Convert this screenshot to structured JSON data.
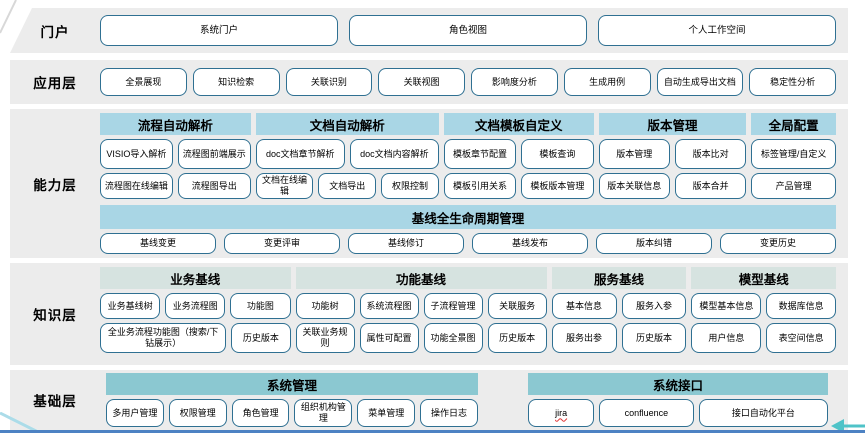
{
  "colors": {
    "band_gray": "#ececec",
    "header_blue": "#a9d6e5",
    "header_pale_green": "#d6e3e0",
    "header_teal": "#8bc8d1",
    "button_border": "#2f7092",
    "spellcheck_red": "#e03131",
    "bottom_rule_blue": "#4d82c3",
    "arrow_teal": "#4fc3c8",
    "corner_line_gray": "#d8d8d8",
    "diagonal_cyan": "#abdce9"
  },
  "misspelled_labels": [
    "jira"
  ],
  "layers": [
    {
      "id": "portal",
      "label": "门户",
      "buttons": [
        "系统门户",
        "角色视图",
        "个人工作空间"
      ]
    },
    {
      "id": "application",
      "label": "应用层",
      "buttons": [
        "全景展现",
        "知识检索",
        "关联识别",
        "关联视图",
        "影响度分析",
        "生成用例",
        "自动生成导出文档",
        "稳定性分析"
      ]
    },
    {
      "id": "capability",
      "label": "能力层",
      "groups": [
        {
          "id": "process-auto-parse",
          "header": "流程自动解析",
          "rows": [
            [
              "VISIO导入解析",
              "流程图前端展示"
            ],
            [
              "流程图在线编辑",
              "流程图导出"
            ]
          ]
        },
        {
          "id": "doc-auto-parse",
          "header": "文档自动解析",
          "rows": [
            [
              "doc文档章节解析",
              "doc文档内容解析"
            ],
            [
              "文档在线编辑",
              "文档导出",
              "权限控制"
            ]
          ]
        },
        {
          "id": "doc-template-custom",
          "header": "文档模板自定义",
          "rows": [
            [
              "模板章节配置",
              "模板查询"
            ],
            [
              "模板引用关系",
              "模板版本管理"
            ]
          ]
        },
        {
          "id": "version-management",
          "header": "版本管理",
          "rows": [
            [
              "版本管理",
              "版本比对"
            ],
            [
              "版本关联信息",
              "版本合并"
            ]
          ]
        },
        {
          "id": "global-config",
          "header": "全局配置",
          "rows": [
            [
              "标签管理/自定义"
            ],
            [
              "产品管理"
            ]
          ]
        }
      ],
      "baseline": {
        "header": "基线全生命周期管理",
        "buttons": [
          "基线变更",
          "变更评审",
          "基线修订",
          "基线发布",
          "版本纠错",
          "变更历史"
        ]
      }
    },
    {
      "id": "knowledge",
      "label": "知识层",
      "groups": [
        {
          "id": "business-baseline",
          "header": "业务基线",
          "rows": [
            [
              "业务基线树",
              "业务流程图",
              "功能图"
            ],
            [
              "全业务流程功能图（搜索/下钻展示）",
              "历史版本"
            ]
          ]
        },
        {
          "id": "function-baseline",
          "header": "功能基线",
          "rows": [
            [
              "功能树",
              "系统流程图",
              "子流程管理",
              "关联服务"
            ],
            [
              "关联业务规则",
              "属性可配置",
              "功能全景图",
              "历史版本"
            ]
          ]
        },
        {
          "id": "service-baseline",
          "header": "服务基线",
          "rows": [
            [
              "基本信息",
              "服务入参"
            ],
            [
              "服务出参",
              "历史版本"
            ]
          ]
        },
        {
          "id": "model-baseline",
          "header": "模型基线",
          "rows": [
            [
              "模型基本信息",
              "数据库信息"
            ],
            [
              "用户信息",
              "表空间信息"
            ]
          ]
        }
      ]
    },
    {
      "id": "foundation",
      "label": "基础层",
      "groups": [
        {
          "id": "system-management",
          "header": "系统管理",
          "rows": [
            [
              "多用户管理",
              "权限管理",
              "角色管理",
              "组织机构管理",
              "菜单管理",
              "操作日志"
            ]
          ]
        },
        {
          "id": "system-interface",
          "header": "系统接口",
          "rows": [
            [
              "jira",
              "confluence",
              "接口自动化平台"
            ]
          ]
        }
      ]
    }
  ]
}
